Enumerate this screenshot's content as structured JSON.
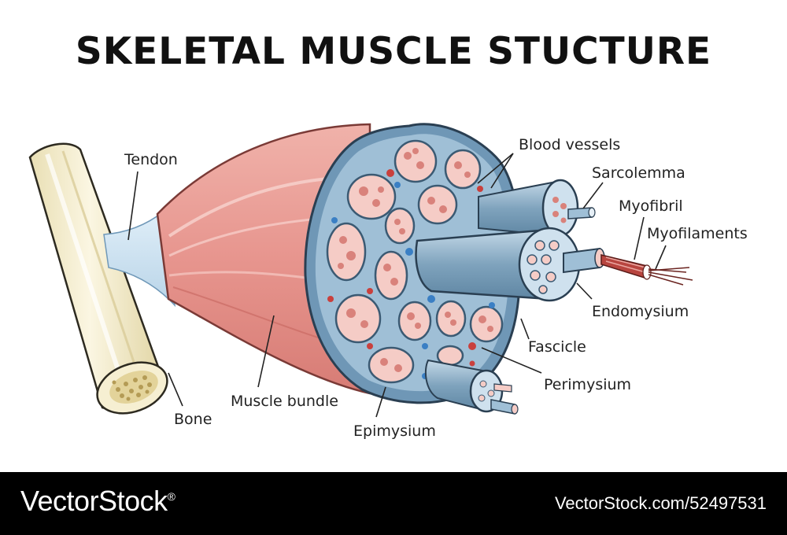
{
  "title": "SKELETAL MUSCLE STUCTURE",
  "labels": {
    "tendon": "Tendon",
    "bone": "Bone",
    "muscle_bundle": "Muscle bundle",
    "epimysium": "Epimysium",
    "blood_vessels": "Blood vessels",
    "sarcolemma": "Sarcolemma",
    "myofibril": "Myofibril",
    "myofilaments": "Myofilaments",
    "endomysium": "Endomysium",
    "fascicle": "Fascicle",
    "perimysium": "Perimysium"
  },
  "footer": {
    "brand": "VectorStock",
    "brand_mark": "®",
    "image_id": "VectorStock.com/52497531"
  },
  "colors": {
    "muscle": "#e89a94",
    "muscle_dark": "#d0716b",
    "connective_blue": "#8fb3cc",
    "bone": "#f3eccb",
    "vessel_red": "#c9403d",
    "vessel_blue": "#3a7fc4",
    "footer_bg": "#000000"
  }
}
